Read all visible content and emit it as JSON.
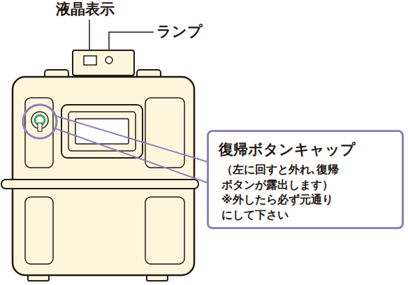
{
  "diagram": {
    "nodes": [
      {
        "text": [
          "復帰ボタンキャップ",
          "（左に回すと外れ､復帰 ボタンが露出します）",
          "※外したら必ず元通り にして下さい"
        ]
      }
    ],
    "labels": [
      "液晶表示",
      "ランプ"
    ]
  }
}
